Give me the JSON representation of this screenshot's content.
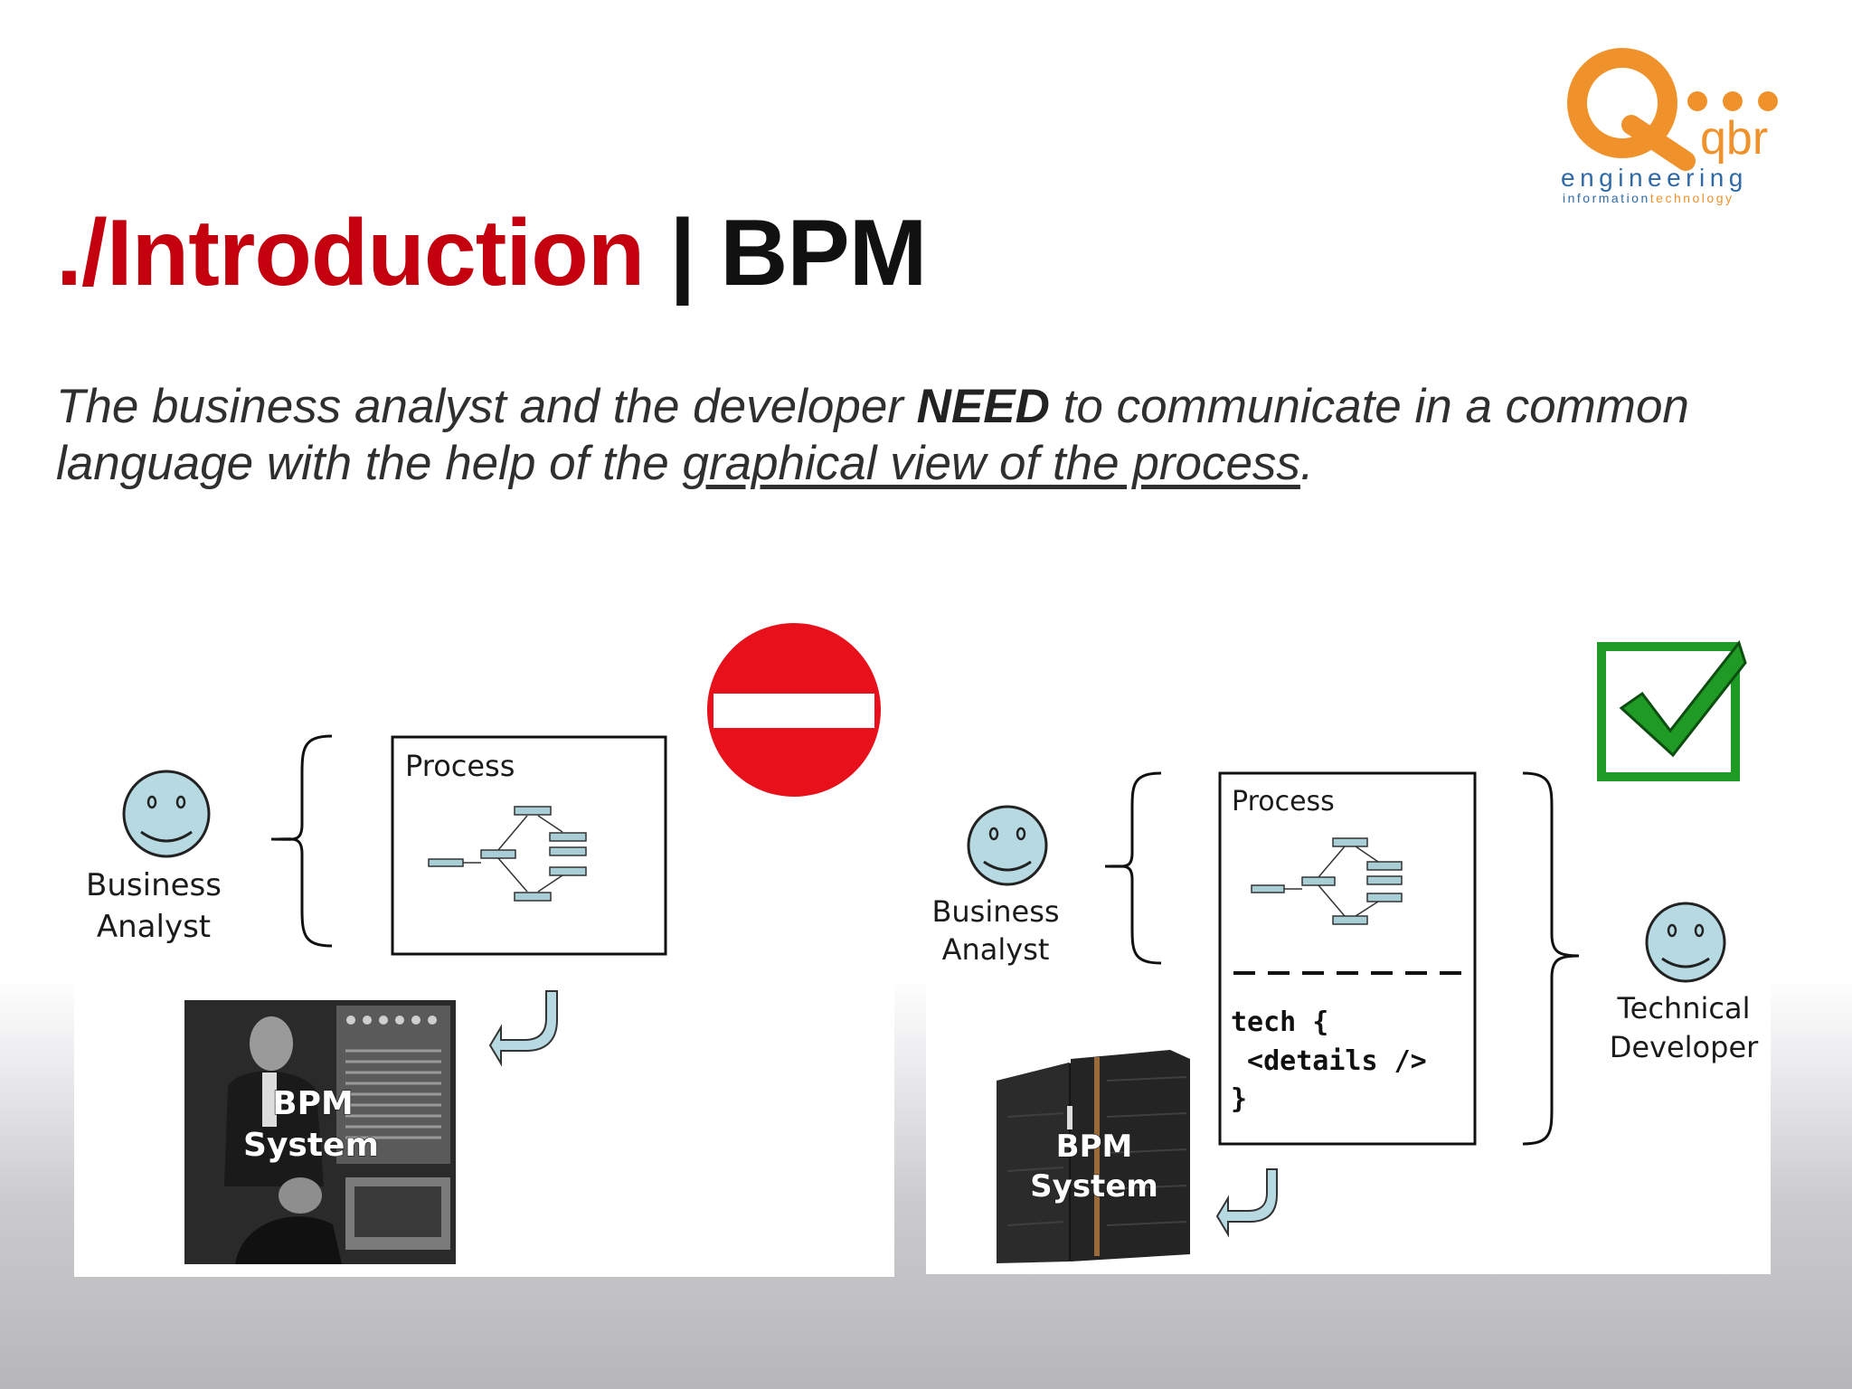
{
  "logo": {
    "letter": "Q",
    "brand": "qbr",
    "line1": "engineering",
    "line2a": "information",
    "line2b": "technology",
    "orange": "#f0922b",
    "blue": "#2f6aa6"
  },
  "title": {
    "part1": "./Introduction",
    "separator": " | ",
    "part2": "BPM"
  },
  "body": {
    "text_before": "The business analyst and the developer ",
    "emphasis": "NEED",
    "text_middle": " to communicate in a common language with the help of the ",
    "underlined": "graphical view of the process",
    "text_end": "."
  },
  "left_diagram": {
    "analyst_line1": "Business",
    "analyst_line2": "Analyst",
    "process_label": "Process",
    "system_line1": "BPM",
    "system_line2": "System",
    "status_icon": "no-entry-icon"
  },
  "right_diagram": {
    "analyst_line1": "Business",
    "analyst_line2": "Analyst",
    "process_label": "Process",
    "code_line1": "tech {",
    "code_line2": " <details />",
    "code_line3": "}",
    "developer_line1": "Technical",
    "developer_line2": "Developer",
    "system_line1": "BPM",
    "system_line2": "System",
    "status_icon": "checkmark-icon"
  },
  "colors": {
    "title_red": "#c4000f",
    "no_entry_red": "#e8101a",
    "check_green": "#1f9a25",
    "face_blue": "#b6d9e2"
  }
}
